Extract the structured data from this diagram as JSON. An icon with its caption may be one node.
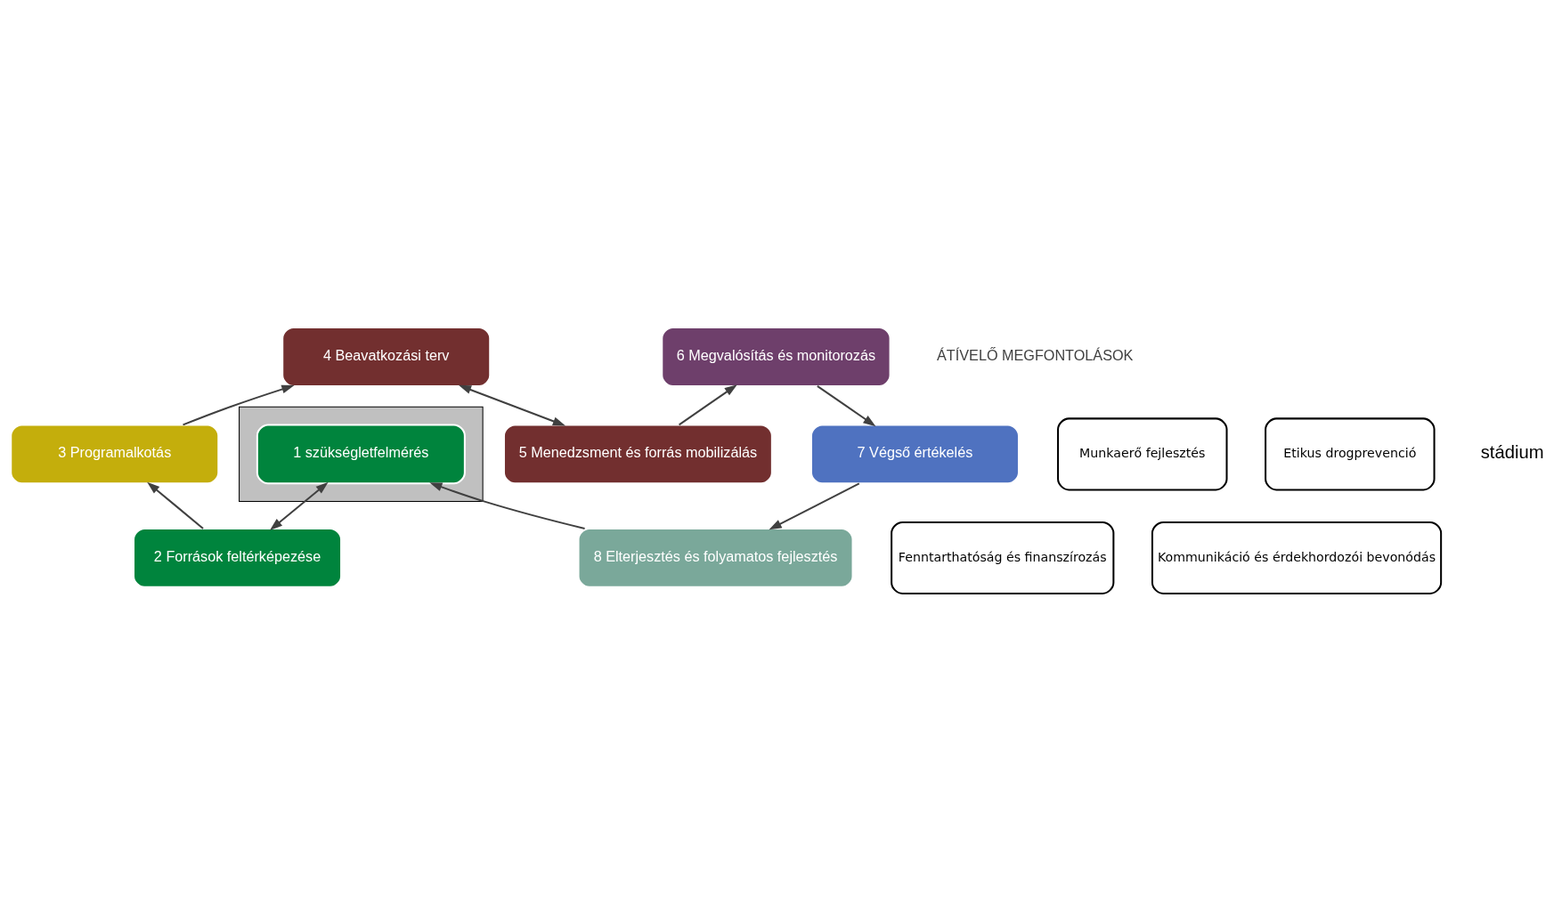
{
  "diagram": {
    "nodes": [
      {
        "text": [],
        "shape": "box"
      },
      {
        "text": [
          "1 szükségletfelmérés"
        ],
        "in": 0
      },
      {
        "text": [
          "2 Források feltérképezése"
        ]
      },
      {
        "text": [
          "3 Programalkotás"
        ]
      },
      {
        "text": [
          "4 Beavatkozási terv"
        ]
      },
      {
        "text": [
          "5 Menedzsment és forrás mobilizálás"
        ]
      },
      {
        "text": [
          "6 Megvalósítás és monitorozás"
        ]
      },
      {
        "text": [
          "7 Végső értékelés"
        ]
      },
      {
        "text": [
          "8 Elterjesztés és folyamatos fejlesztés"
        ]
      },
      {
        "text": [
          "Fenntarthatóság és finanszírozás"
        ]
      },
      {
        "text": [
          "Kommunikáció és érdekhordozói bevonódás"
        ]
      },
      {
        "text": [
          "Munkaerő fejlesztés"
        ]
      },
      {
        "text": [
          "Etikus drogprevenció"
        ]
      }
    ],
    "edges": [
      {
        "from": 8,
        "to": 1,
        "arrow": "to"
      },
      {
        "from": 1,
        "to": 2,
        "arrow": "both"
      },
      {
        "from": 2,
        "to": 3,
        "arrow": "to"
      },
      {
        "from": 3,
        "to": 4,
        "arrow": "to"
      },
      {
        "from": 4,
        "to": 5,
        "arrow": "both"
      },
      {
        "from": 5,
        "to": 6,
        "arrow": "to"
      },
      {
        "from": 6,
        "to": 7,
        "arrow": "to"
      },
      {
        "from": 7,
        "to": 8,
        "arrow": "to"
      }
    ],
    "labels": [
      "stádium",
      "ÁTÍVELŐ MEGFONTOLÁSOK"
    ]
  }
}
